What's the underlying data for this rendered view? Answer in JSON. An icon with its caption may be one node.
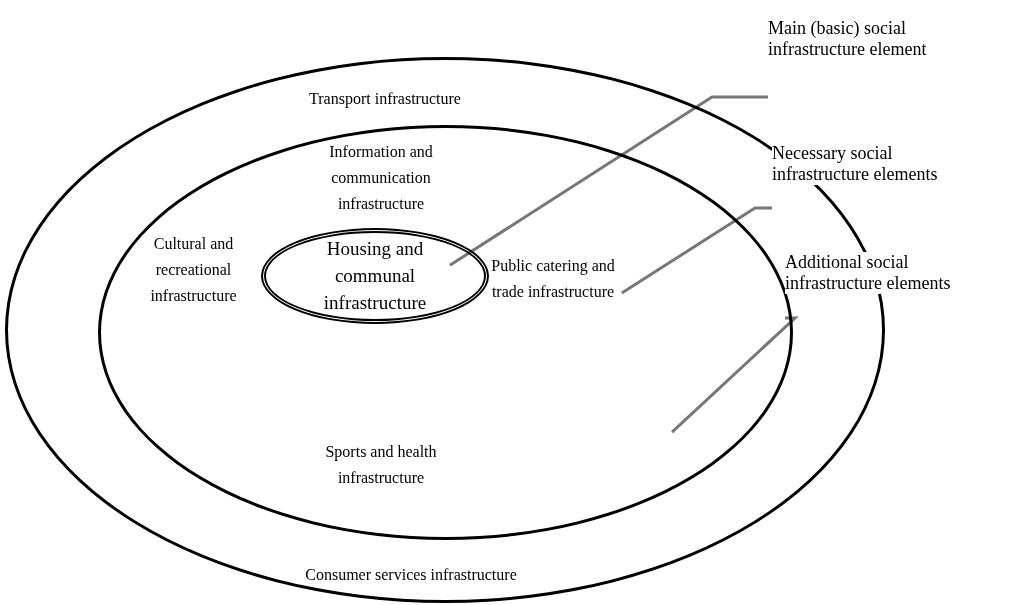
{
  "diagram": {
    "nodes": [
      {
        "text": [
          "Transport infrastructure",
          "Consumer services infrastructure"
        ]
      },
      {
        "text": [
          "Information and communication infrastructure",
          "Cultural and recreational infrastructure",
          "Public catering and trade infrastructure",
          "Sports and health infrastructure"
        ],
        "in": 0
      },
      {
        "text": [
          "Housing and communal infrastructure"
        ],
        "in": 1
      },
      {
        "text": [
          "Main (basic) social infrastructure element"
        ]
      },
      {
        "text": [
          "Necessary social infrastructure elements"
        ]
      },
      {
        "text": [
          "Additional social infrastructure elements"
        ]
      }
    ],
    "edges": [
      {
        "from": 3,
        "to": 2,
        "arrow": "none"
      },
      {
        "from": 4,
        "to": 1,
        "arrow": "none"
      },
      {
        "from": 5,
        "to": 0,
        "arrow": "none"
      }
    ]
  }
}
